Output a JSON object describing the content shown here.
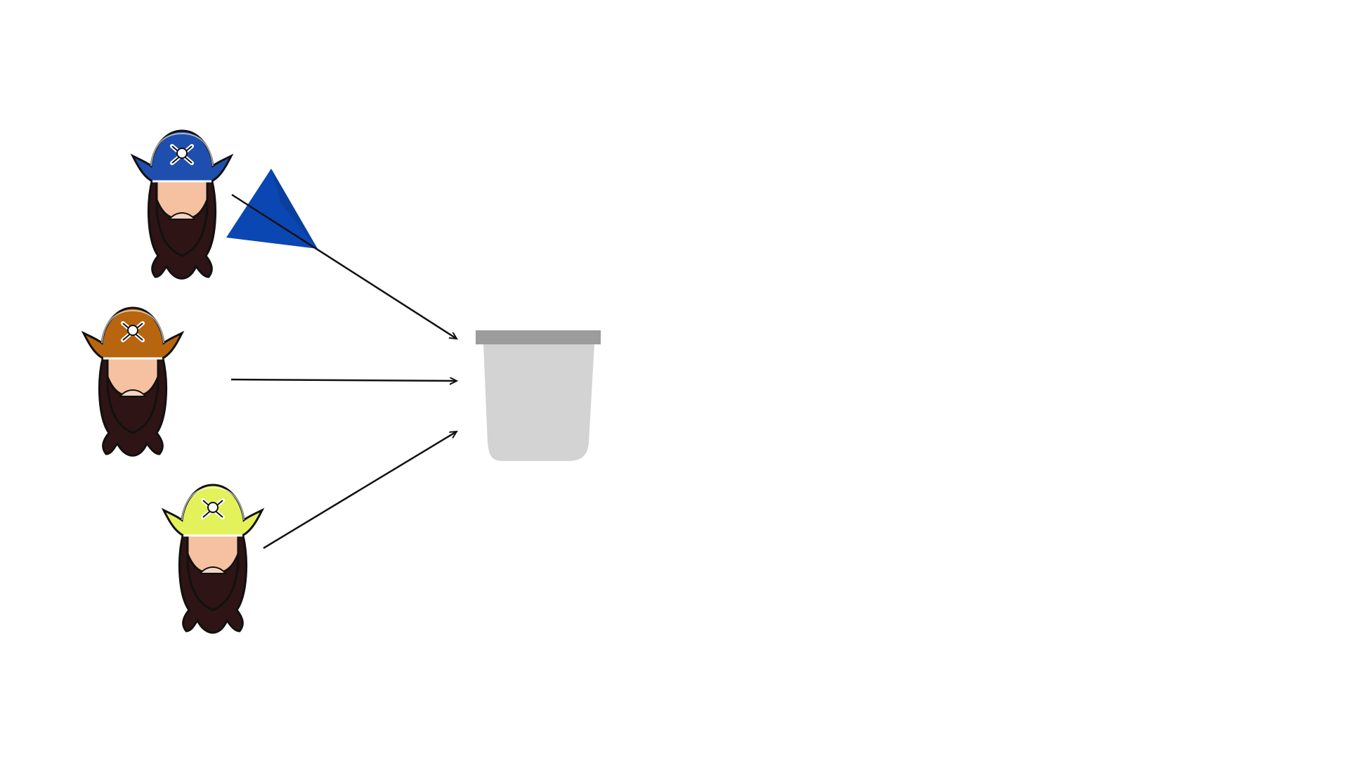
{
  "pirates": [
    {
      "name": "blue-pirate",
      "hat_color": "#1f4fae"
    },
    {
      "name": "brown-pirate",
      "hat_color": "#b8650f"
    },
    {
      "name": "yellow-pirate",
      "hat_color": "#e3f25a"
    }
  ],
  "colors": {
    "skin": "#f6c1a1",
    "beard": "#2e1414",
    "outline": "#111111",
    "bin_body": "#d3d3d3",
    "bin_lid": "#9c9c9c",
    "arrow": "#111111",
    "paper_plane": "#0b47b3"
  },
  "icons": {
    "pirate": "pirate-icon",
    "hat_emblem": "skull-crossbones-icon",
    "bin": "trash-bin-icon",
    "plane": "paper-plane-icon"
  }
}
